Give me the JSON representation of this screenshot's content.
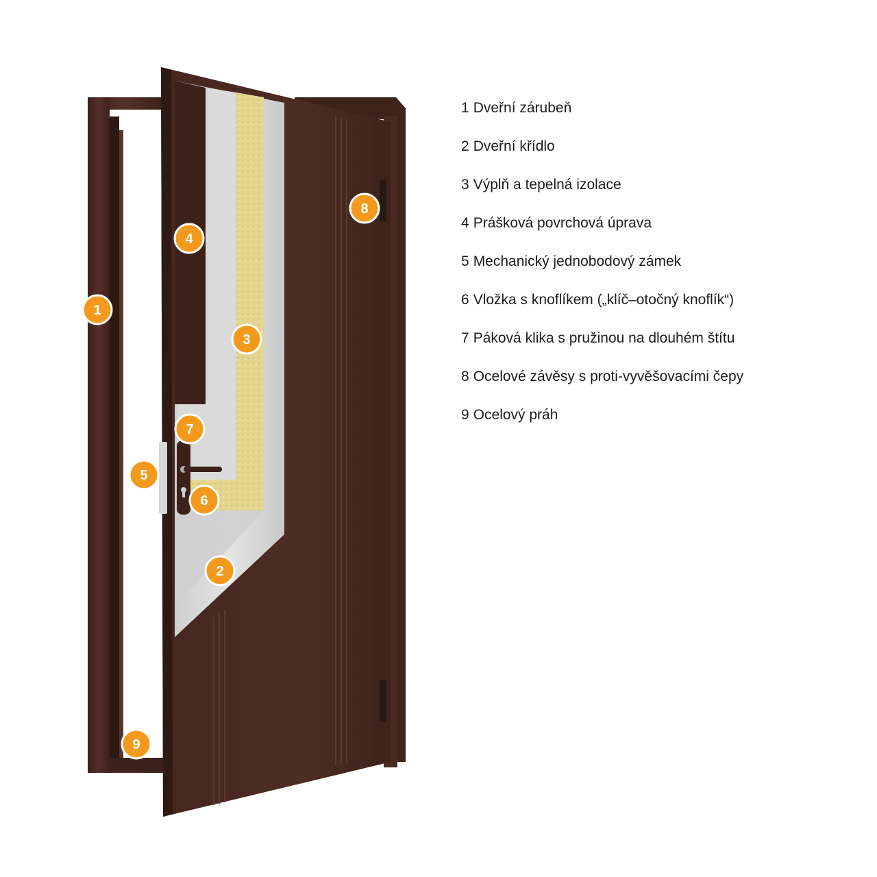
{
  "legend": [
    {
      "number": "1",
      "label": "Dveřní zárubeň"
    },
    {
      "number": "2",
      "label": "Dveřní křídlo"
    },
    {
      "number": "3",
      "label": "Výplň a tepelná izolace"
    },
    {
      "number": "4",
      "label": "Prášková povrchová úprava"
    },
    {
      "number": "5",
      "label": "Mechanický jednobodový zámek"
    },
    {
      "number": "6",
      "label": "Vložka s knoflíkem („klíč–otočný knoflík“)"
    },
    {
      "number": "7",
      "label": "Páková klika s pružinou na dlouhém štítu"
    },
    {
      "number": "8",
      "label": "Ocelové závěsy s proti-vyvěšovacími čepy"
    },
    {
      "number": "9",
      "label": "Ocelový práh"
    }
  ],
  "colors": {
    "door_brown": "#4a2a20",
    "door_brown_dark": "#3a2018",
    "insulation_yellow": "#e4d890",
    "core_grey": "#d6d6d6",
    "badge_orange": "#f39a1e"
  }
}
